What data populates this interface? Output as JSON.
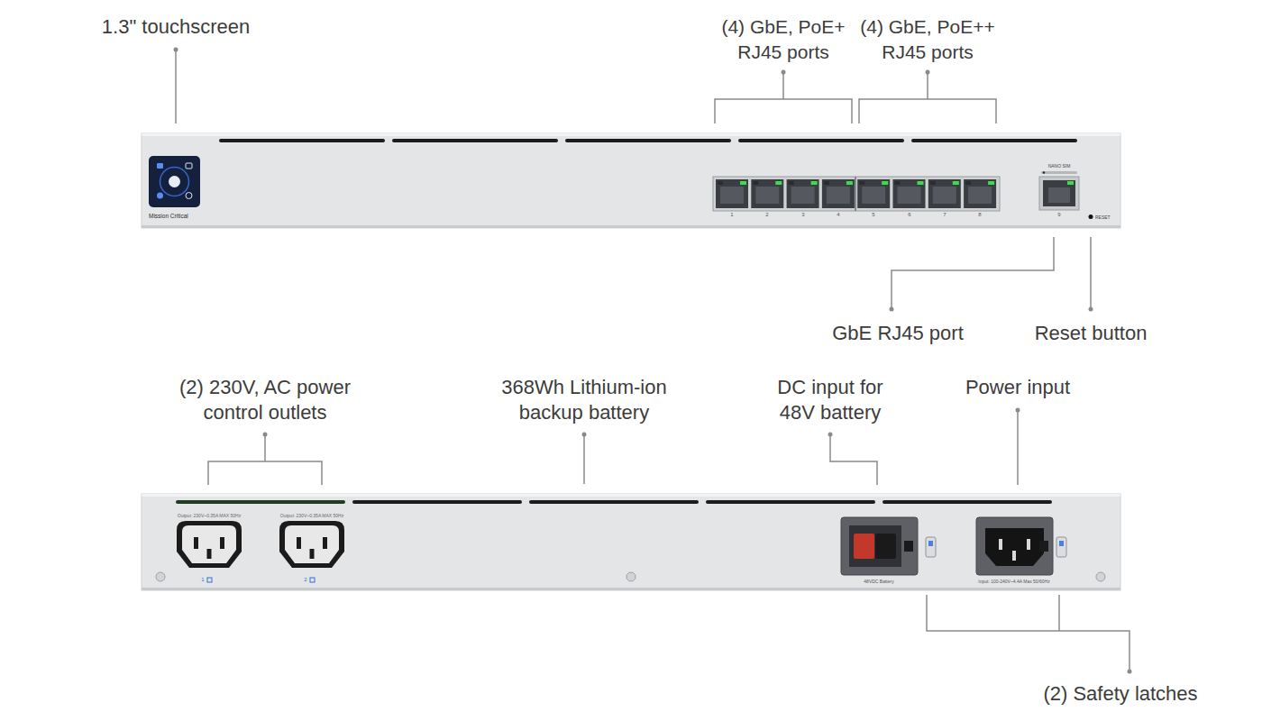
{
  "diagram": {
    "labels": [
      "1.3\" touchscreen",
      "(4) GbE, PoE+ RJ45 ports",
      "(4) GbE, PoE++ RJ45 ports",
      "Mission Critical",
      "1",
      "2",
      "3",
      "4",
      "5",
      "6",
      "7",
      "8",
      "NANO SIM",
      "9",
      "RESET",
      "GbE RJ45 port",
      "Reset button",
      "(2) 230V, AC power control outlets",
      "368Wh Lithium-ion backup battery",
      "DC input for 48V battery",
      "Power input",
      "Output: 230V~0.35A MAX 50Hz",
      "Output: 230V~0.35A MAX 50Hz",
      "1",
      "2",
      "48VDC Battery",
      "Input: 100-240V~4.4A Max 50/60Hz",
      "(2) Safety latches"
    ]
  }
}
